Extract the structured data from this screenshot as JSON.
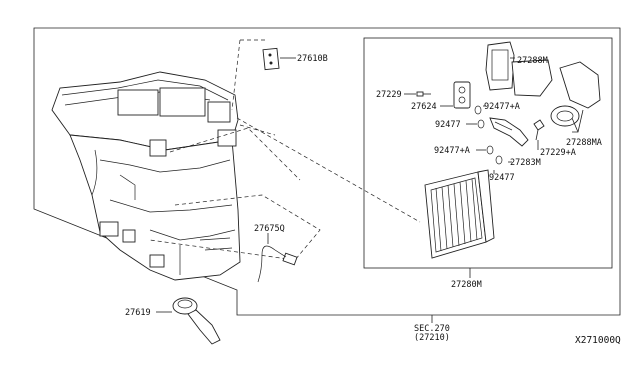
{
  "diagram": {
    "part_labels": {
      "p27610b": "27610B",
      "p27288m": "27288M",
      "p27229": "27229",
      "p92477a_top": "92477+A",
      "p27624": "27624",
      "p92477_top": "92477",
      "p27288ma": "27288MA",
      "p92477a_mid": "92477+A",
      "p27229a": "27229+A",
      "p27283m": "27283M",
      "p92477_bot": "92477",
      "p27675q": "27675Q",
      "p27280m": "27280M",
      "p27619": "27619"
    },
    "sec_ref": {
      "line1": "SEC.270",
      "line2": "(27210)"
    },
    "drawing_id": "X271000Q"
  }
}
